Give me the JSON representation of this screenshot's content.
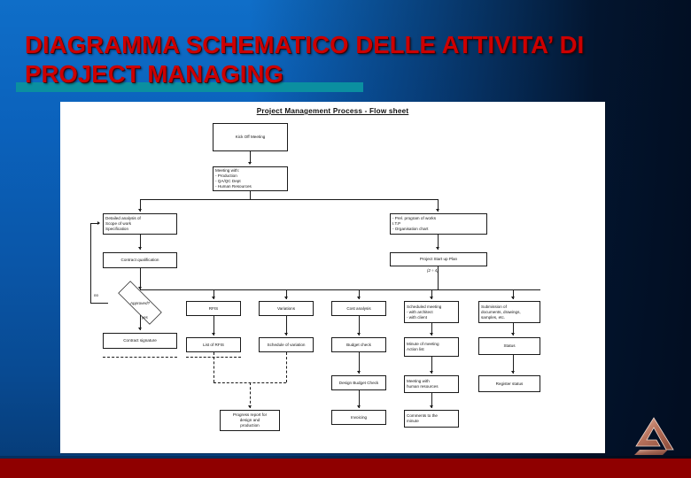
{
  "slide": {
    "title": "DIAGRAMMA SCHEMATICO DELLE ATTIVITA’ DI PROJECT MANAGING",
    "title_color": "#cc0000",
    "background_color": "#0a5fbd",
    "accent_underline_color": "#0b8fa0",
    "footer_bar_color": "#8f0000",
    "logo_name": "company-logo"
  },
  "diagram": {
    "title": "Project Management Process - Flow sheet",
    "edge_labels": {
      "no": "no",
      "yes": "yes",
      "loop": "(2 ÷ 4)"
    },
    "nodes": {
      "kick_off": "Kick Off Meeting",
      "meeting_with": "Meeting with:\n- Production\n- QA/QC Dept\n- Human Resources",
      "detailed_analysis": "Detailed analysis of\nScope of work\nSpecification",
      "contract_qualification": "Contract qualification",
      "approved": "Approved?",
      "contract_signature": "Contract signature",
      "prel_program": "- Prel. program of works\n  I.T.P\n- Organisation chart",
      "start_up_plan": "Project Start up Plan",
      "rfis": "RFIS",
      "variations": "Variations",
      "cost_analysis": "Cost analysis",
      "scheduled_meeting": "Scheduled meeting\n- with architect\n- with client",
      "submission": "Submission of\ndocuments, drawings,\nsamples, etc.",
      "list_of_rfis": "List of RFIS",
      "schedule_of_variation": "Schedule of variation",
      "budget_check": "Budget check",
      "minute_of_meeting": "Minute of meeting\nAction list",
      "status": "Status",
      "design_budget_check": "Design Budget Check",
      "meeting_human_resources": "Meeting with\nhuman resources",
      "register_status": "Register status",
      "invoicing": "Invoicing",
      "comments_minute": "Comments to the\nminute",
      "progress_report": "Progress report for\ndesign and\nproduction"
    }
  }
}
